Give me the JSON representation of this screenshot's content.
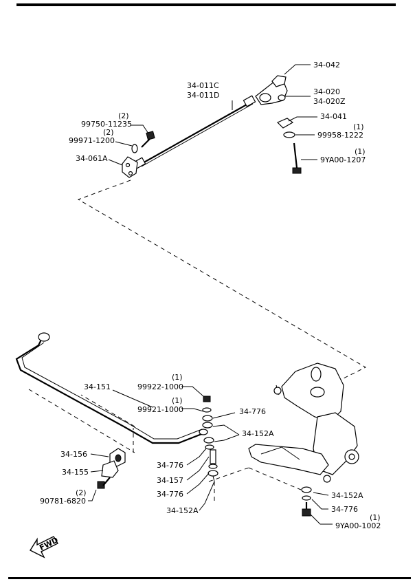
{
  "callouts": {
    "c34042": "34-042",
    "c34011c": "34-011C",
    "c34011d": "34-011D",
    "c34020": "34-020",
    "c34020z": "34-020Z",
    "c34041": "34-041",
    "q99958": "(1)",
    "c99958": "99958-1222",
    "q9ya1207": "(1)",
    "c9ya1207": "9YA00-1207",
    "q99750": "(2)",
    "c99750": "99750-11235",
    "q99971": "(2)",
    "c99971": "99971-1200",
    "c34061a": "34-061A",
    "c34151": "34-151",
    "q99922": "(1)",
    "c99922": "99922-1000",
    "q99921": "(1)",
    "c99921": "99921-1000",
    "c34776a": "34-776",
    "c34152a_1": "34-152A",
    "c34156": "34-156",
    "c34155": "34-155",
    "c34776b": "34-776",
    "c34157": "34-157",
    "c34776c": "34-776",
    "q90781": "(2)",
    "c90781": "90781-6820",
    "c34152a_2": "34-152A",
    "c34152a_3": "34-152A",
    "c34776d": "34-776",
    "q9ya1002": "(1)",
    "c9ya1002": "9YA00-1002"
  },
  "fwd_label": "FWD"
}
